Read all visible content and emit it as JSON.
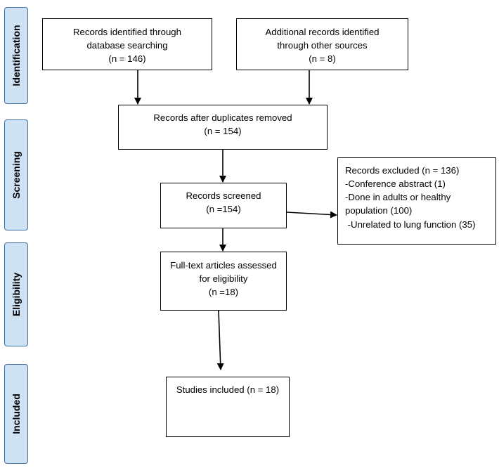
{
  "phases": {
    "identification": "Identification",
    "screening": "Screening",
    "eligibility": "Eligibility",
    "included": "Included"
  },
  "boxes": {
    "database": {
      "line1": "Records identified through",
      "line2": "database searching",
      "line3": "(n = 146)"
    },
    "other": {
      "line1": "Additional records identified",
      "line2": "through other sources",
      "line3": "(n = 8)"
    },
    "duplicates": {
      "line1": "Records after duplicates removed",
      "line2": "(n = 154)"
    },
    "screened": {
      "line1": "Records screened",
      "line2": "(n =154)"
    },
    "excluded": {
      "line1": "Records excluded (n = 136)",
      "line2": "-Conference abstract (1)",
      "line3": "-Done in adults or healthy",
      "line4": "population (100)",
      "line5": " -Unrelated to lung function (35)"
    },
    "fulltext": {
      "line1": "Full-text articles assessed",
      "line2": "for eligibility",
      "line3": "(n =18)"
    },
    "included": {
      "line1": "Studies included (n = 18)"
    }
  }
}
